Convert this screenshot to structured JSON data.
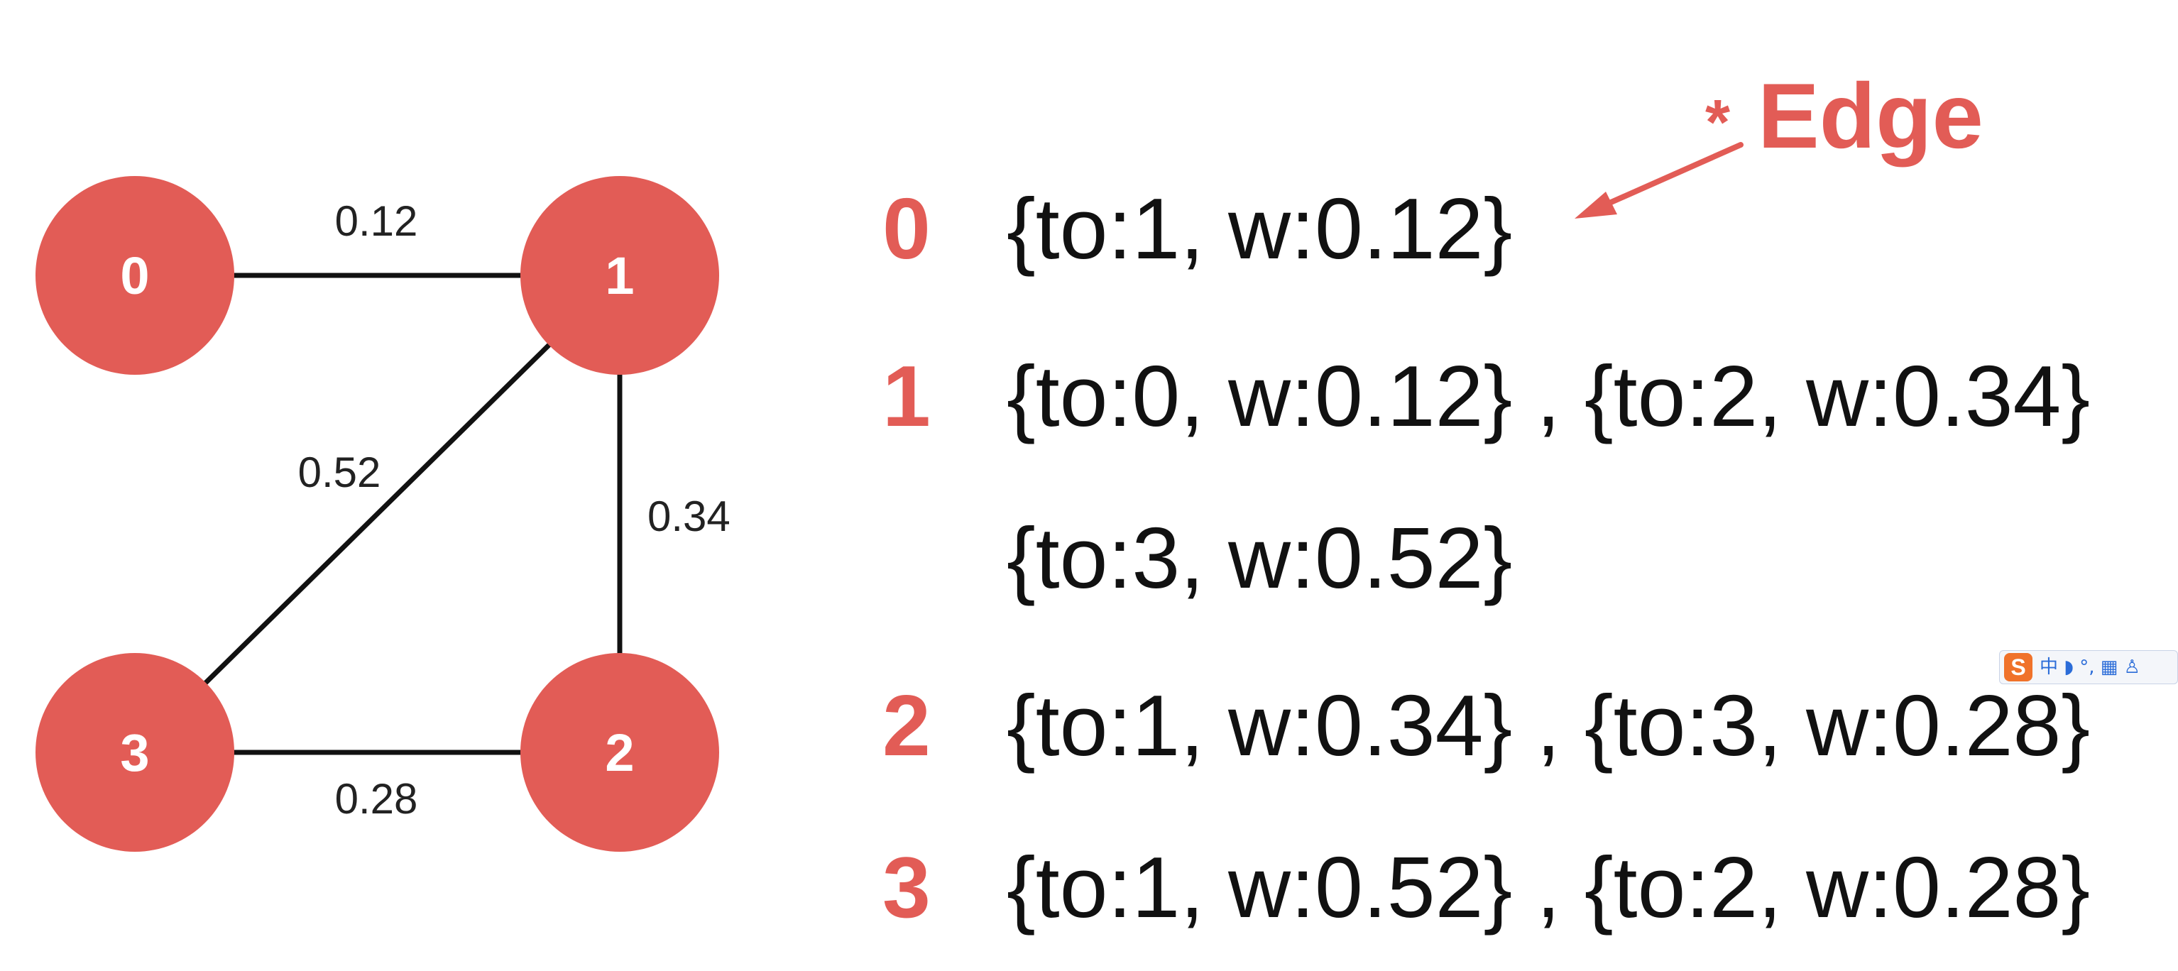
{
  "graph": {
    "nodes": [
      {
        "id": "0"
      },
      {
        "id": "1"
      },
      {
        "id": "2"
      },
      {
        "id": "3"
      }
    ],
    "edges": [
      {
        "from": "0",
        "to": "1",
        "weight": "0.12"
      },
      {
        "from": "1",
        "to": "2",
        "weight": "0.34"
      },
      {
        "from": "1",
        "to": "3",
        "weight": "0.52"
      },
      {
        "from": "3",
        "to": "2",
        "weight": "0.28"
      }
    ],
    "colors": {
      "node": "#e25c56",
      "edge": "#111111"
    }
  },
  "adjacency": {
    "rows": [
      {
        "index": "0",
        "edges": [
          "{to:1, w:0.12}"
        ]
      },
      {
        "index": "1",
        "edges": [
          "{to:0, w:0.12}",
          "{to:2, w:0.34}"
        ]
      },
      {
        "index": "",
        "edges": [
          "{to:3, w:0.52}"
        ]
      },
      {
        "index": "2",
        "edges": [
          "{to:1, w:0.34}",
          "{to:3, w:0.28}"
        ]
      },
      {
        "index": "3",
        "edges": [
          "{to:1, w:0.52}",
          "{to:2, w:0.28}"
        ]
      }
    ],
    "separator": " , "
  },
  "annotation": {
    "star": "*",
    "label": "Edge",
    "color": "#e25c56"
  },
  "ime_toolbar": {
    "logo": "S",
    "items": "中 ◗ °, ▦ ♙"
  }
}
